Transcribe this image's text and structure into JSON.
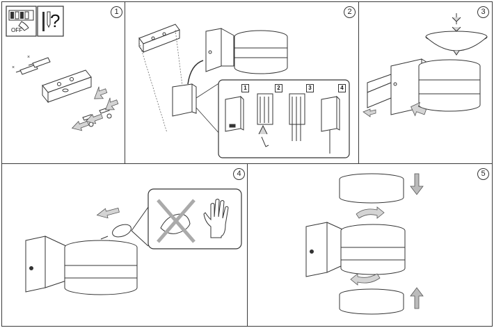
{
  "steps": [
    "1",
    "2",
    "3",
    "4",
    "5"
  ],
  "panel1": {
    "switch_label": "OFF",
    "tool_symbol": "?"
  },
  "panel2": {
    "substeps": [
      "1",
      "2",
      "3",
      "4"
    ]
  },
  "icons": {
    "breaker": "breaker-off-icon",
    "tools": "tools-question-icon",
    "glove": "glove-icon",
    "no_bare_hand": "no-bare-hand-icon"
  },
  "colors": {
    "line": "#333333",
    "arrow_fill": "#d4d4d4",
    "arrow_dark": "#9a9a9a",
    "cross": "#aaaaaa"
  }
}
